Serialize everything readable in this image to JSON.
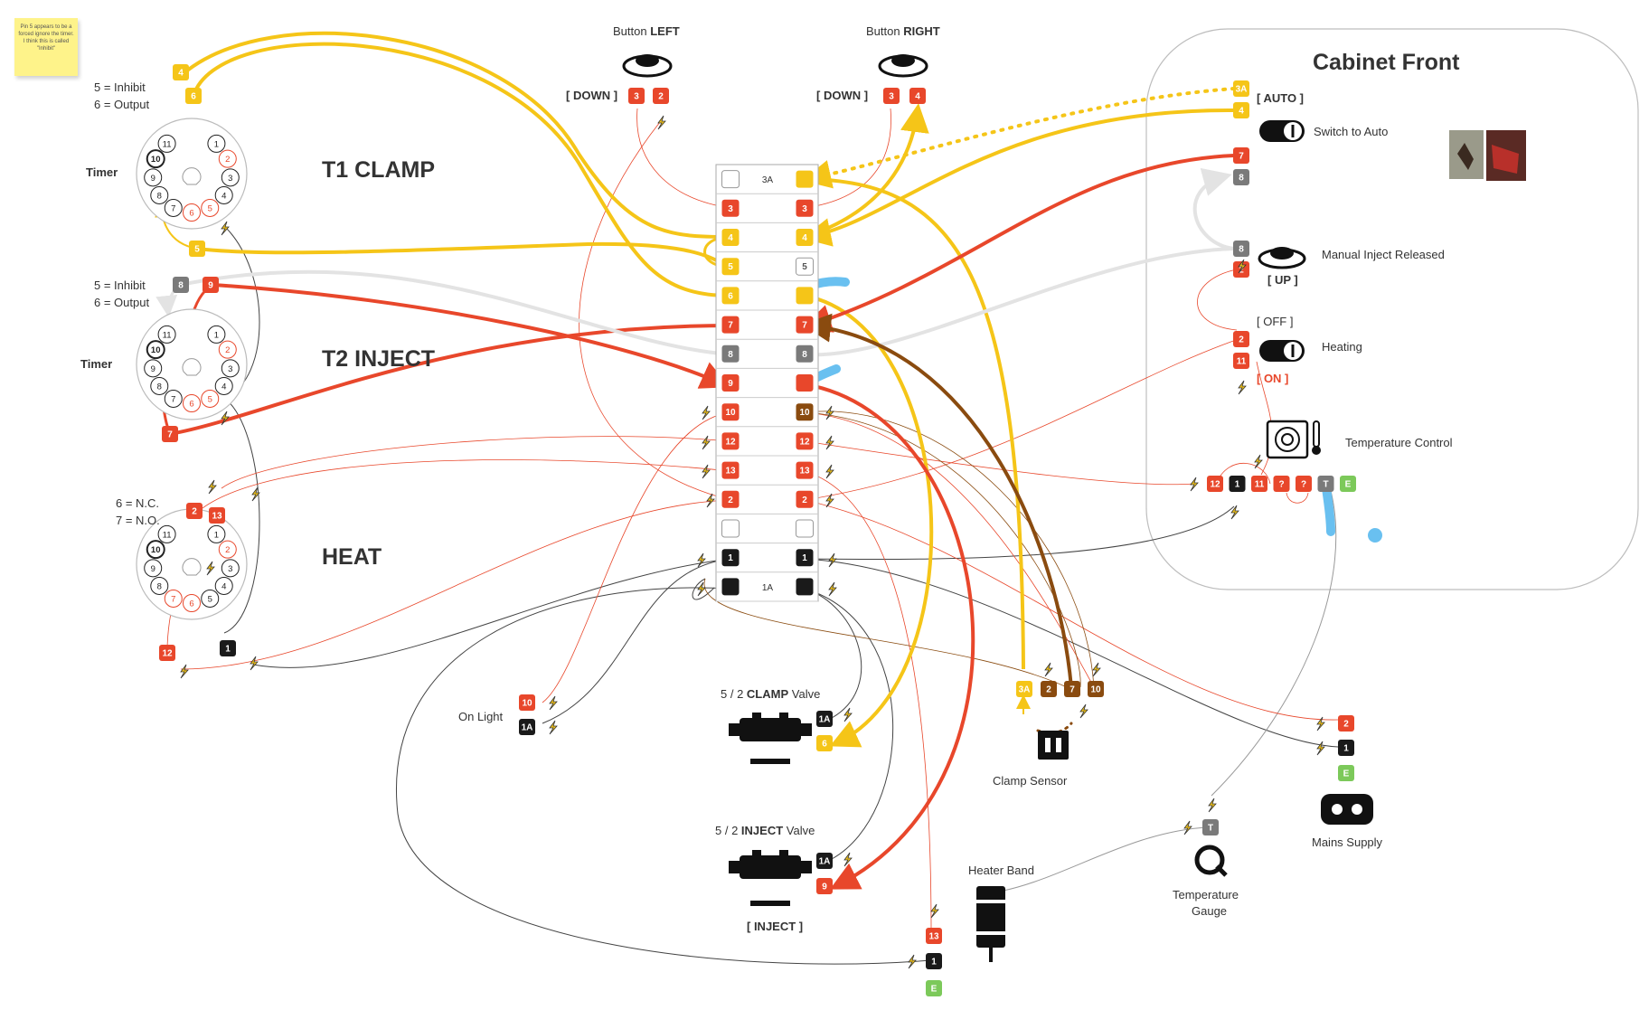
{
  "sticky_note": "Pin 5 appears to be a forced ignore the timer. I think this is called \"Inhibit\"",
  "timer1": {
    "title": "T1 CLAMP",
    "label": "Timer",
    "note1": "5 = Inhibit",
    "note2": "6 = Output",
    "pins": [
      "1",
      "2",
      "3",
      "4",
      "5",
      "6",
      "7",
      "8",
      "9",
      "10",
      "11"
    ],
    "tag_top1": "4",
    "tag_top2": "6",
    "tag_bottom": "5"
  },
  "timer2": {
    "title": "T2 INJECT",
    "label": "Timer",
    "note1": "5 = Inhibit",
    "note2": "6 = Output",
    "pins": [
      "1",
      "2",
      "3",
      "4",
      "5",
      "6",
      "7",
      "8",
      "9",
      "10",
      "11"
    ],
    "tag_top1": "8",
    "tag_top2": "9",
    "tag_bottom": "7"
  },
  "timer3": {
    "title": "HEAT",
    "note1": "6 = N.C.",
    "note2": "7 = N.O.",
    "pins": [
      "1",
      "2",
      "3",
      "4",
      "5",
      "6",
      "7",
      "8",
      "9",
      "10",
      "11"
    ],
    "tag_top1": "2",
    "tag_top2": "13",
    "tag_b1": "12",
    "tag_b2": "1"
  },
  "button_left": {
    "title_prefix": "Button",
    "title_bold": "LEFT",
    "state": "[ DOWN ]",
    "pins": [
      "3",
      "2"
    ]
  },
  "button_right": {
    "title_prefix": "Button",
    "title_bold": "RIGHT",
    "state": "[ DOWN ]",
    "pins": [
      "3",
      "4"
    ]
  },
  "terminal_block": {
    "rows": [
      {
        "left": "",
        "center": "3A",
        "right": ""
      },
      {
        "left": "3",
        "center": "",
        "right": "3"
      },
      {
        "left": "4",
        "center": "",
        "right": "4"
      },
      {
        "left": "5",
        "center": "",
        "right": "5"
      },
      {
        "left": "6",
        "center": "",
        "right": ""
      },
      {
        "left": "7",
        "center": "",
        "right": "7"
      },
      {
        "left": "8",
        "center": "",
        "right": "8"
      },
      {
        "left": "9",
        "center": "",
        "right": ""
      },
      {
        "left": "10",
        "center": "",
        "right": "10"
      },
      {
        "left": "12",
        "center": "",
        "right": "12"
      },
      {
        "left": "13",
        "center": "",
        "right": "13"
      },
      {
        "left": "2",
        "center": "",
        "right": "2"
      },
      {
        "left": "",
        "center": "",
        "right": ""
      },
      {
        "left": "1",
        "center": "",
        "right": "1"
      },
      {
        "left": "",
        "center": "1A",
        "right": ""
      }
    ]
  },
  "cabinet": {
    "title": "Cabinet Front",
    "auto_label": "[ AUTO ]",
    "switch_auto": "Switch to Auto",
    "auto_tags": [
      "3A",
      "4"
    ],
    "tags_78": [
      "7",
      "8"
    ],
    "manual_label": "Manual Inject Released",
    "up_label": "[ UP ]",
    "manual_tags": [
      "8",
      "2"
    ],
    "off_label": "[ OFF ]",
    "on_label": "[ ON ]",
    "heating_label": "Heating",
    "heating_tags": [
      "2",
      "11"
    ],
    "temp_label": "Temperature Control",
    "temp_tags": [
      "12",
      "1",
      "11",
      "?",
      "?",
      "T",
      "E"
    ]
  },
  "clamp_valve": {
    "prefix": "5 / 2",
    "bold": "CLAMP",
    "suffix": "Valve",
    "tags": [
      "1A",
      "6"
    ]
  },
  "inject_valve": {
    "prefix": "5 / 2",
    "bold": "INJECT",
    "suffix": "Valve",
    "tags": [
      "1A",
      "9"
    ],
    "state": "[ INJECT ]"
  },
  "on_light": {
    "label": "On Light",
    "tags": [
      "10",
      "1A"
    ]
  },
  "clamp_sensor": {
    "label": "Clamp Sensor",
    "tags": [
      "3A",
      "2",
      "7",
      "10"
    ]
  },
  "mains": {
    "label": "Mains Supply",
    "tags": [
      "2",
      "1",
      "E"
    ]
  },
  "temp_gauge": {
    "label1": "Temperature",
    "label2": "Gauge",
    "tag": "T"
  },
  "heater_band": {
    "label": "Heater Band",
    "tags": [
      "13",
      "1",
      "E"
    ]
  },
  "colors": {
    "red": "#e8472b",
    "yellow": "#f5c518",
    "grey": "#7a7a7a",
    "light_grey": "#e3e3e3",
    "black": "#1a1a1a",
    "brown": "#8a4b0f",
    "green": "#7cc95a",
    "blue": "#69c0f0"
  }
}
